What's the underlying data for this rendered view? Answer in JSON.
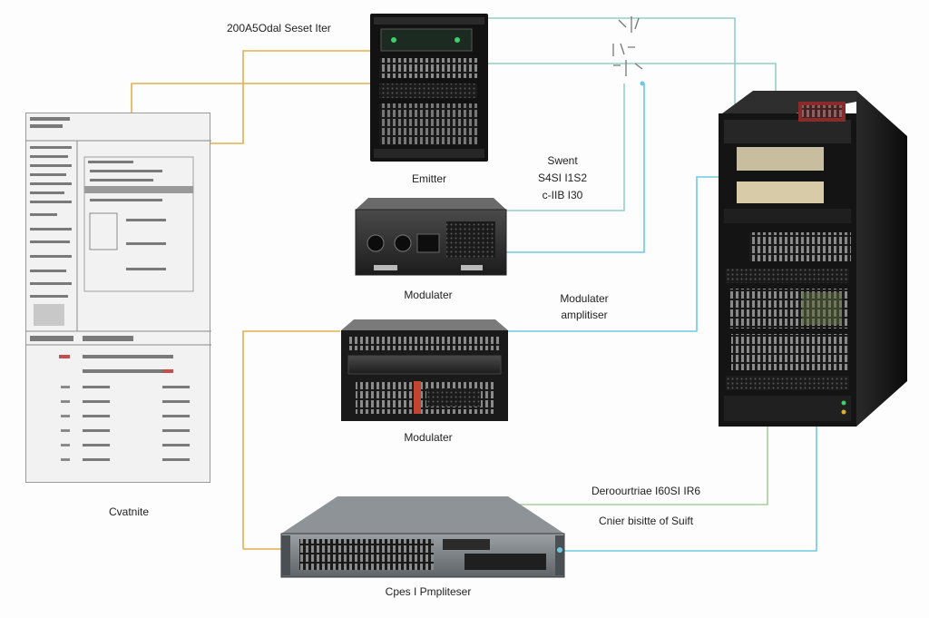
{
  "labels": {
    "top_left": "200A5Odal Seset Iter",
    "emitter": "Emitter",
    "event_1": "Swent",
    "event_2": "S4SI I1S2",
    "event_3": "c-IIB I30",
    "modulator_1": "Modulater",
    "mod_amp_1": "Modulater",
    "mod_amp_2": "amplitiser",
    "modulator_2": "Modulater",
    "console": "Cvatnite",
    "router_1": "Deroourtriae I60SI IR6",
    "router_2": "Cnier bisitte of Suift",
    "amplifier": "Cpes I Pmpliteser"
  },
  "colors": {
    "orange_line": "#e3b04f",
    "teal_line": "#93cfc6",
    "cyan_line": "#6ec9e0",
    "green_line": "#a7cfa0",
    "rack": "#141414"
  }
}
